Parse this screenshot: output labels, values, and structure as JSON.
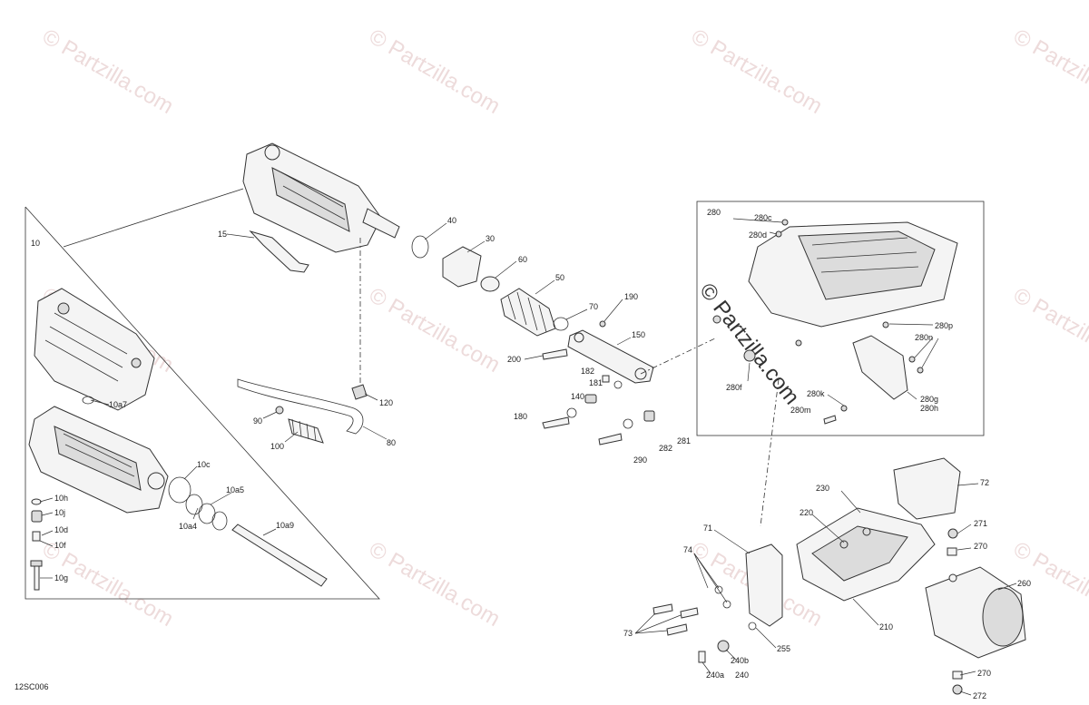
{
  "diagram_code": "12SC006",
  "watermark": {
    "text": "© Partzilla.com",
    "color": "#e4c8c8"
  },
  "callouts": [
    "10",
    "10a7",
    "10c",
    "10a5",
    "10a4",
    "10a9",
    "10h",
    "10j",
    "10d",
    "10f",
    "10g",
    "15",
    "40",
    "30",
    "60",
    "50",
    "70",
    "190",
    "150",
    "200",
    "182",
    "181",
    "140",
    "180",
    "290",
    "282",
    "281",
    "120",
    "90",
    "100",
    "80",
    "280",
    "280c",
    "280d",
    "280p",
    "280n",
    "280f",
    "280k",
    "280g",
    "280h",
    "280m",
    "72",
    "230",
    "220",
    "271",
    "270",
    "71",
    "74",
    "73",
    "210",
    "255",
    "260",
    "240b",
    "240a",
    "240",
    "272"
  ]
}
